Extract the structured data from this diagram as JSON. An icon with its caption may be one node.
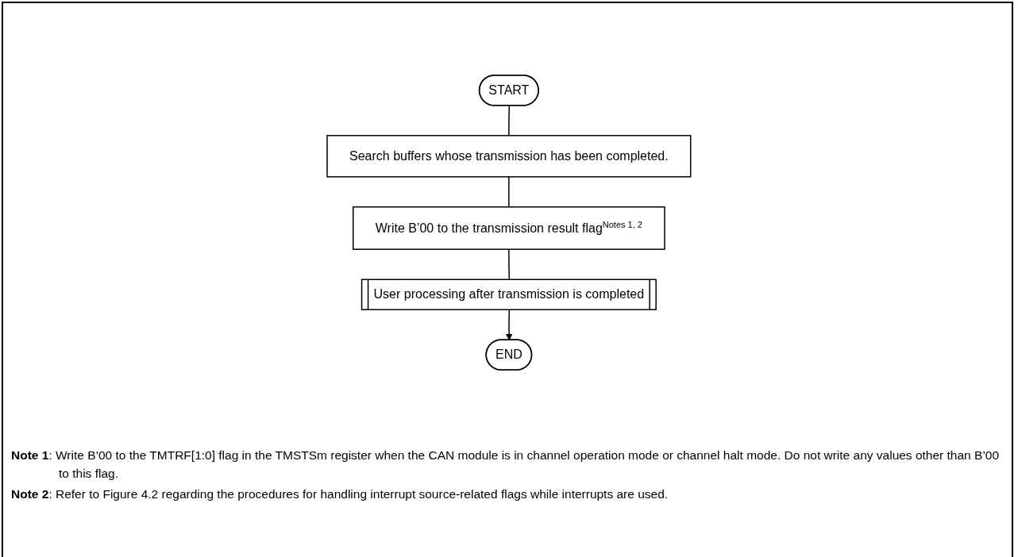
{
  "diagram": {
    "nodes": [
      {
        "text": [
          "START"
        ]
      },
      {
        "text": [
          "Search buffers whose transmission has been completed."
        ]
      },
      {
        "text": [
          "Write B’00 to the transmission result flag$^{Notes 1, 2}$"
        ]
      },
      {
        "text": [
          "User processing after transmission is completed"
        ]
      },
      {
        "text": [
          "END"
        ]
      }
    ],
    "edges": [
      {
        "from": 0,
        "to": 1,
        "arrow": "none"
      },
      {
        "from": 1,
        "to": 2,
        "arrow": "none"
      },
      {
        "from": 2,
        "to": 3,
        "arrow": "none"
      },
      {
        "from": 3,
        "to": 4,
        "arrow": "to"
      }
    ],
    "labels": [
      "**Note 1**: Write B’00 to the TMTRF[1:0] flag in the TMSTSm register when the CAN module is in channel operation mode or channel halt mode. Do not write any values other than B’00 to this flag.",
      "**Note 2**: Refer to Figure 4.2 regarding the procedures for handling interrupt source-related flags while interrupts are used."
    ]
  }
}
